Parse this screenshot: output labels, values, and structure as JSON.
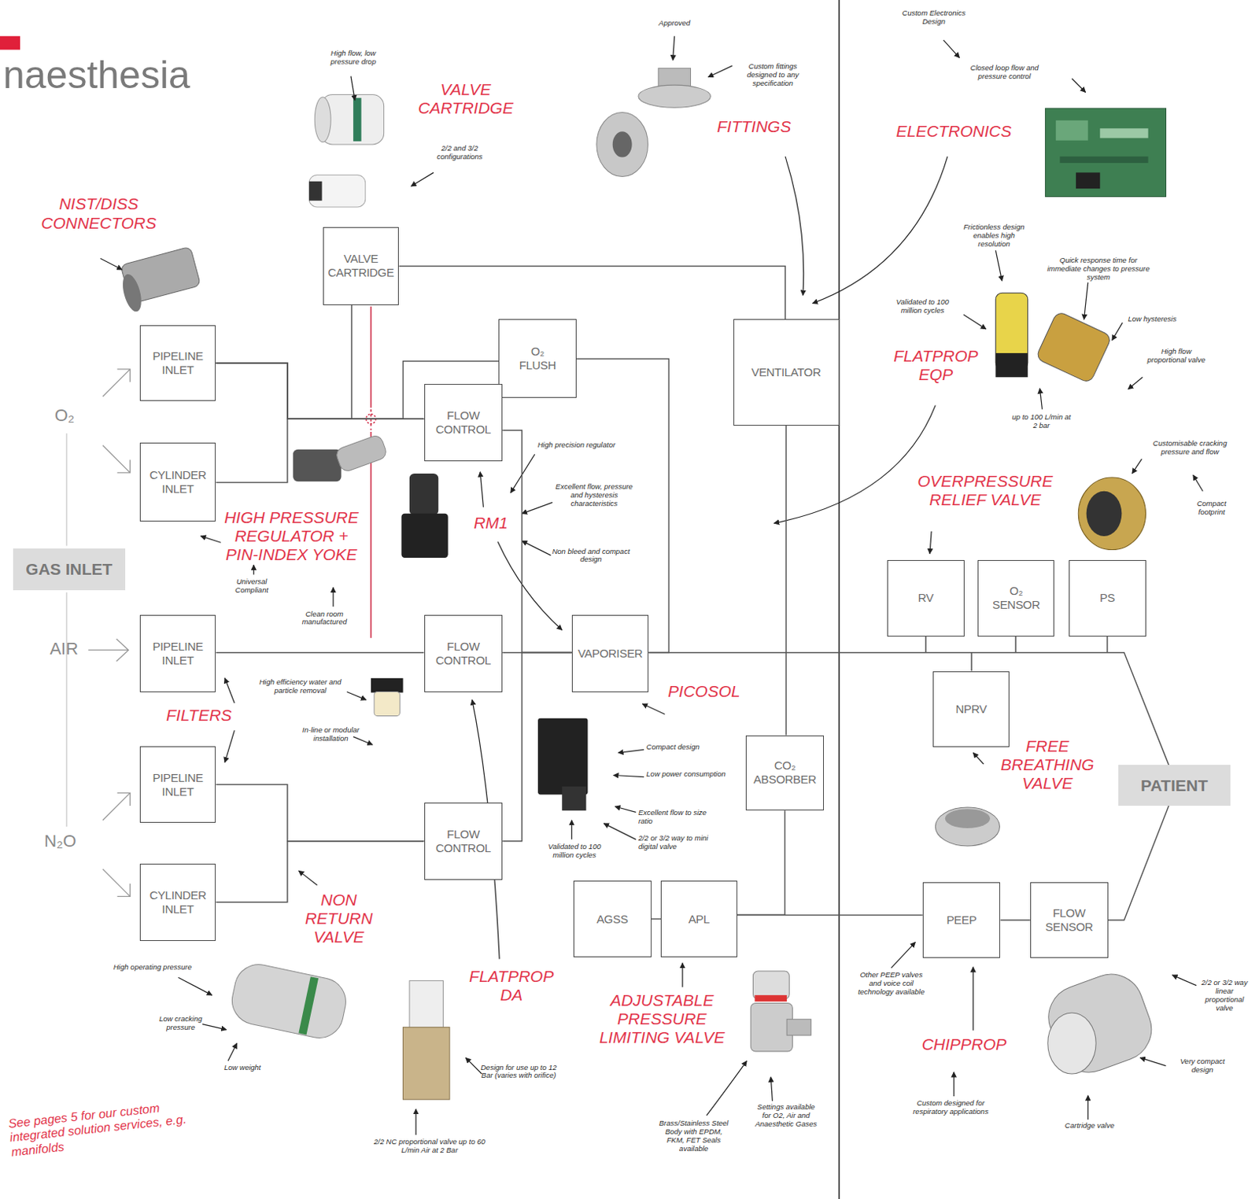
{
  "diagram": {
    "title": "naesthesia",
    "nodes": [
      {
        "text": [
          "VALVE CARTRIDGE"
        ]
      },
      {
        "text": [
          "PIPELINE INLET"
        ]
      },
      {
        "text": [
          "CYLINDER INLET"
        ]
      },
      {
        "text": [
          "O₂ FLUSH"
        ]
      },
      {
        "text": [
          "FLOW CONTROL"
        ]
      },
      {
        "text": [
          "VENTILATOR"
        ]
      },
      {
        "text": [
          "GAS INLET"
        ]
      },
      {
        "text": [
          "RV"
        ]
      },
      {
        "text": [
          "O₂ SENSOR"
        ]
      },
      {
        "text": [
          "PS"
        ]
      },
      {
        "text": [
          "PIPELINE INLET"
        ]
      },
      {
        "text": [
          "FLOW CONTROL"
        ]
      },
      {
        "text": [
          "VAPORISER"
        ]
      },
      {
        "text": [
          "NPRV"
        ]
      },
      {
        "text": [
          "PIPELINE INLET"
        ]
      },
      {
        "text": [
          "CO₂ ABSORBER"
        ]
      },
      {
        "text": [
          "PATIENT"
        ]
      },
      {
        "text": [
          "FLOW CONTROL"
        ]
      },
      {
        "text": [
          "CYLINDER INLET"
        ]
      },
      {
        "text": [
          "AGSS"
        ]
      },
      {
        "text": [
          "APL"
        ]
      },
      {
        "text": [
          "PEEP"
        ]
      },
      {
        "text": [
          "FLOW SENSOR"
        ]
      }
    ],
    "edges": [
      {
        "from": 1,
        "to": 4,
        "arrow": "none"
      },
      {
        "from": 2,
        "to": 4,
        "arrow": "none"
      },
      {
        "from": 1,
        "to": 0,
        "arrow": "none"
      },
      {
        "from": 0,
        "to": 5,
        "arrow": "none"
      },
      {
        "from": 1,
        "to": 3,
        "arrow": "none"
      },
      {
        "from": 3,
        "to": 12,
        "arrow": "none"
      },
      {
        "from": 4,
        "to": 12,
        "arrow": "none"
      },
      {
        "from": 11,
        "to": 12,
        "arrow": "none"
      },
      {
        "from": 17,
        "to": 12,
        "arrow": "none"
      },
      {
        "from": 10,
        "to": 11,
        "arrow": "none"
      },
      {
        "from": 14,
        "to": 17,
        "arrow": "none"
      },
      {
        "from": 18,
        "to": 17,
        "arrow": "none"
      },
      {
        "from": 12,
        "to": 16,
        "arrow": "none"
      },
      {
        "from": 5,
        "to": 15,
        "arrow": "none"
      },
      {
        "from": 15,
        "to": 20,
        "arrow": "none"
      },
      {
        "from": 20,
        "to": 19,
        "arrow": "none"
      },
      {
        "from": 20,
        "to": 21,
        "arrow": "none"
      },
      {
        "from": 21,
        "to": 22,
        "arrow": "none"
      },
      {
        "from": 22,
        "to": 16,
        "arrow": "none"
      }
    ],
    "labels": [
      "O₂",
      "AIR",
      "N₂O",
      "VALVE CARTRIDGE",
      "FITTINGS",
      "ELECTRONICS",
      "NIST/DISS CONNECTORS",
      "FLATPROP EQP",
      "HIGH PRESSURE REGULATOR + PIN-INDEX YOKE",
      "RM1",
      "OVERPRESSURE RELIEF VALVE",
      "PICOSOL",
      "FILTERS",
      "FREE BREATHING VALVE",
      "NON RETURN VALVE",
      "FLATPROP DA",
      "ADJUSTABLE PRESSURE LIMITING VALVE",
      "CHIPPROP",
      "See pages 5 for our custom integrated solution services, e.g. manifolds",
      "Approved",
      "High flow, low pressure drop",
      "2/2 and 3/2 configurations",
      "Custom fittings designed to any specification",
      "Custom Electronics Design",
      "Closed loop flow and pressure control",
      "Frictionless design enables high resolution",
      "Quick response time for immediate changes to pressure system",
      "Validated to 100 million cycles",
      "Low hysteresis",
      "High flow proportional valve",
      "up to 100 L/min at 2 bar",
      "Customisable cracking pressure and flow",
      "Compact footprint",
      "High precision regulator",
      "Excellent flow, pressure and hysteresis characteristics",
      "Non bleed and compact design",
      "Universal Compliant",
      "Clean room manufactured",
      "High efficiency water and particle removal",
      "In-line or modular installation",
      "Compact design",
      "Low power consumption",
      "Excellent flow to size ratio",
      "2/2 or 3/2 way to mini digital valve",
      "Validated to 100 million cycles",
      "High operating pressure",
      "Low cracking pressure",
      "Low weight",
      "Design for use up to 12 Bar (varies with orifice)",
      "2/2 NC proportional valve up to 60 L/min Air at 2 Bar",
      "Brass/Stainless Steel Body with EPDM, FKM, FET Seals available",
      "Settings available for O2, Air and Anaesthetic Gases",
      "Other PEEP valves and voice coil technology available",
      "Custom designed for respiratory applications",
      "2/2 or 3/2 way linear proportional valve",
      "Very compact design",
      "Cartridge valve"
    ]
  }
}
